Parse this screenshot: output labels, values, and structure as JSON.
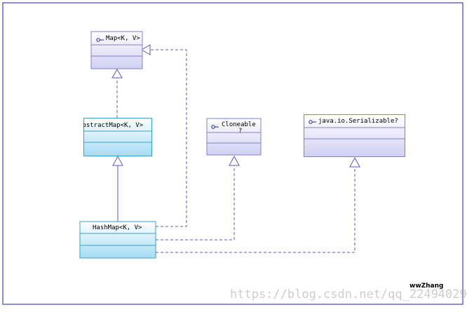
{
  "diagram": {
    "classes": {
      "map": {
        "name": "Map<K, V>",
        "kind": "interface"
      },
      "abstract_map": {
        "name": "AbstractMap<K, V>",
        "kind": "class"
      },
      "cloneable": {
        "name": "Cloneable",
        "suffix": "?",
        "kind": "interface"
      },
      "serializable": {
        "name": "java.io.Serializable?",
        "kind": "interface"
      },
      "hash_map": {
        "name": "HashMap<K, V>",
        "kind": "class"
      }
    },
    "footer": {
      "author": "wwZhang"
    },
    "watermark": "https://blog.csdn.net/qq_22494029",
    "colors": {
      "frame": "#1c1cb8",
      "interface_fill_top": "#ffffff",
      "interface_fill_bottom": "#d0d0f4",
      "interface_stroke": "#8080c8",
      "class_fill_top": "#ffffff",
      "class_fill_bottom": "#a4dcf4",
      "class_stroke": "#3a9fcc",
      "arrow": "#5a5ac8"
    }
  }
}
